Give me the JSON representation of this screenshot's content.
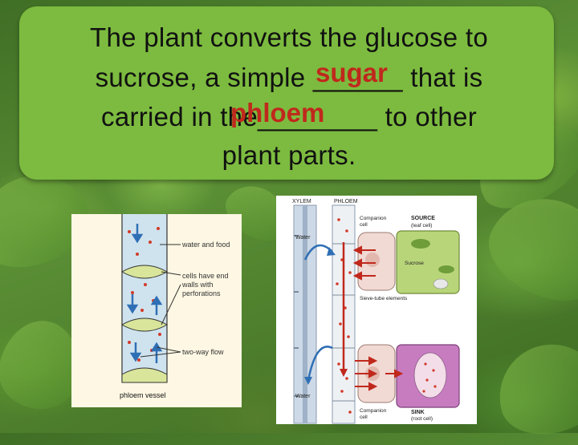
{
  "slide": {
    "line1": "The plant converts the glucose to",
    "line2": "sucrose, a simple ______ that is",
    "line3": "carried in the________ to other",
    "line4": "plant parts.",
    "answer_sugar": "sugar",
    "answer_phloem": "phloem"
  },
  "left_diagram": {
    "label_water_food": "water and food",
    "label_cells_1": "cells have end",
    "label_cells_2": "walls with",
    "label_cells_3": "perforations",
    "label_two_way": "two-way flow",
    "label_vessel": "phloem vessel"
  },
  "right_diagram": {
    "xylem": "XYLEM",
    "phloem": "PHLOEM",
    "companion_top_1": "Companion",
    "companion_top_2": "cell",
    "source_1": "SOURCE",
    "source_2": "(leaf cell)",
    "water_top": "Water",
    "sucrose": "Sucrose",
    "sieve_tube": "Sieve-tube elements",
    "water_bottom": "Water",
    "companion_bottom_1": "Companion",
    "companion_bottom_2": "cell",
    "sink_1": "SINK",
    "sink_2": "(root cell)"
  },
  "colors": {
    "title_bg": "#7cbb3f",
    "answer": "#c0281c",
    "arrow_red": "#c0281c",
    "arrow_blue": "#2f6fb5",
    "source_cell": "#b9d57a",
    "sink_cell": "#c77cc0"
  }
}
